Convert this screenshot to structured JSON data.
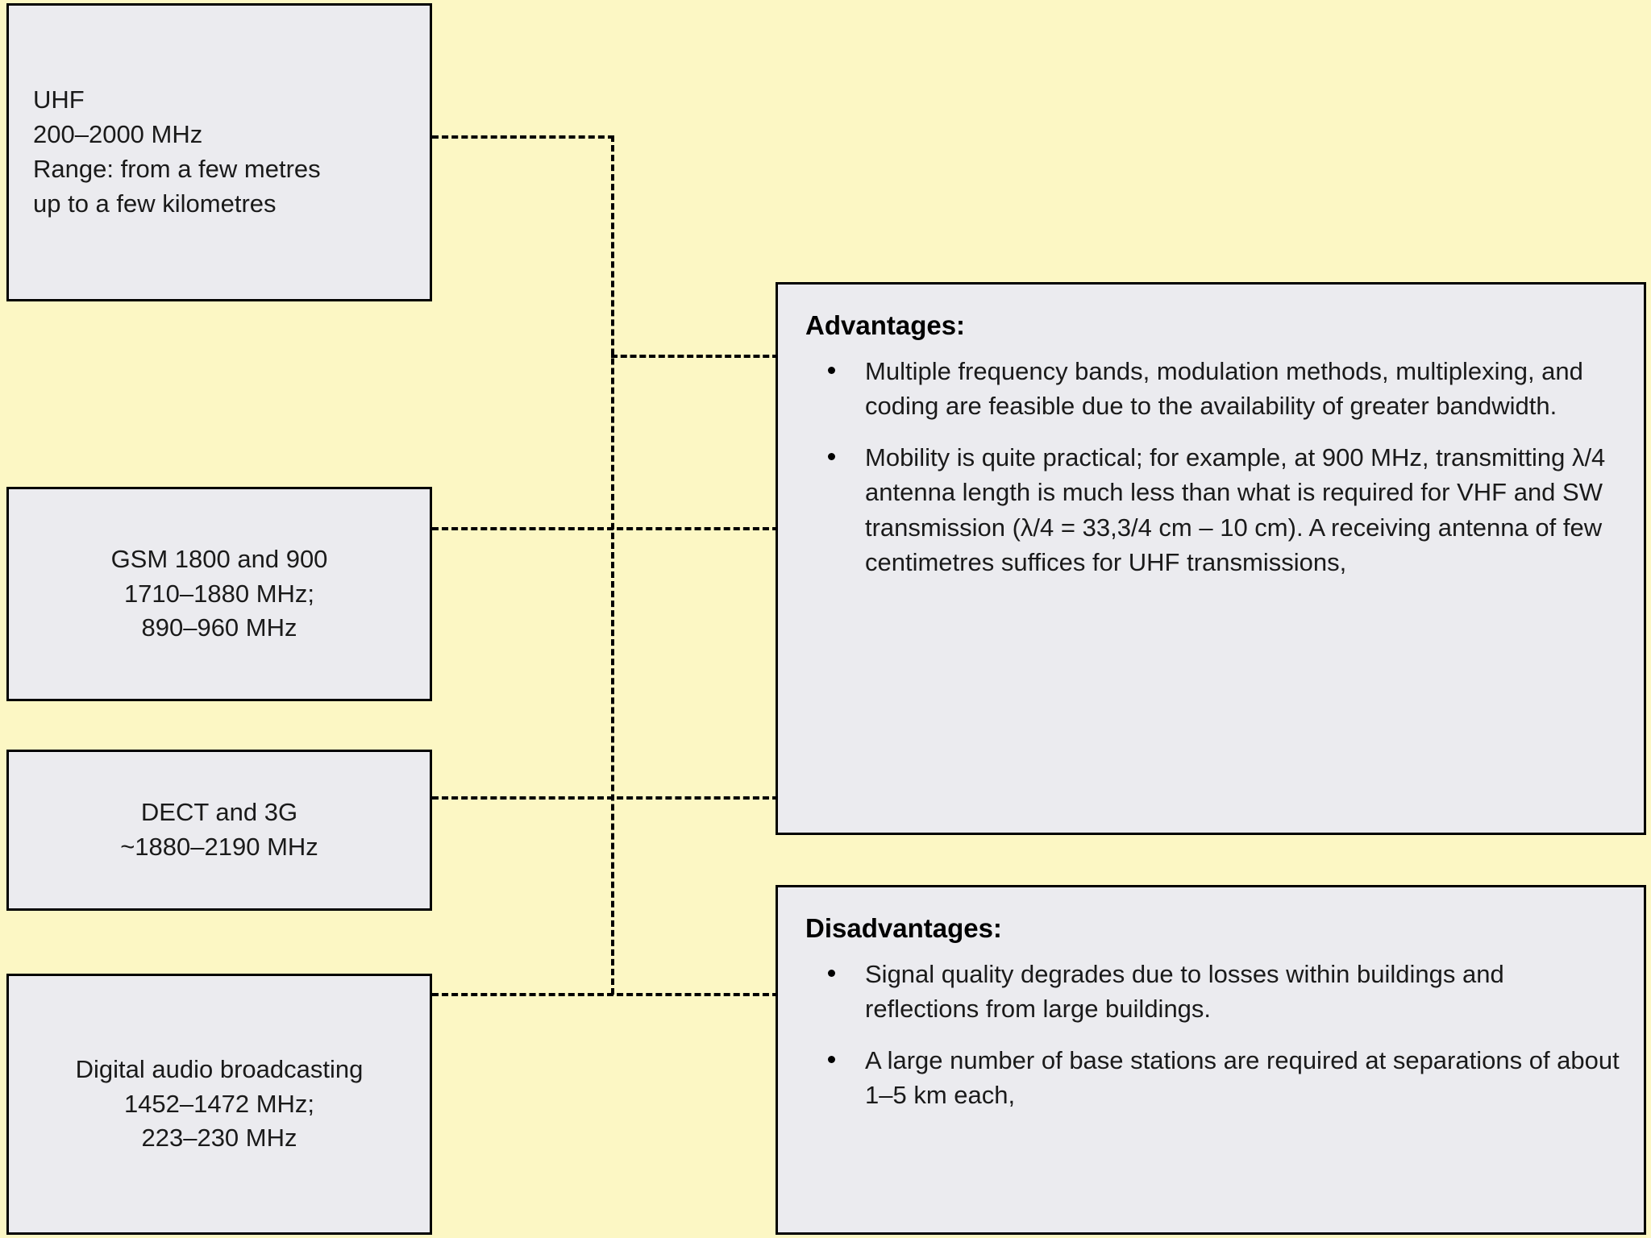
{
  "diagram": {
    "background_color": "#fcf7c4",
    "box_fill_color": "#ebebef",
    "border_color": "#000000",
    "bands": [
      {
        "name": "uhf",
        "lines": [
          "UHF",
          "200–2000 MHz",
          "Range: from a few metres",
          "up to a few kilometres"
        ]
      },
      {
        "name": "gsm",
        "lines": [
          "GSM 1800 and 900",
          "1710–1880 MHz;",
          "890–960 MHz"
        ]
      },
      {
        "name": "dect-3g",
        "lines": [
          "DECT and 3G",
          "~1880–2190 MHz"
        ]
      },
      {
        "name": "digital-audio-broadcasting",
        "lines": [
          "Digital audio broadcasting",
          "1452–1472 MHz;",
          "223–230 MHz"
        ]
      }
    ],
    "advantages": {
      "heading": "Advantages:",
      "items": [
        "Multiple frequency bands, modulation methods, multiplexing, and coding are feasible due to the availability of greater bandwidth.",
        "Mobility is quite practical; for example, at 900 MHz, transmitting λ/4 antenna length is much less than what is required for VHF and SW transmission (λ/4 = 33,3/4 cm – 10 cm). A receiving antenna of few centimetres suffices for UHF transmissions,"
      ]
    },
    "disadvantages": {
      "heading": "Disadvantages:",
      "items": [
        "Signal quality degrades due to losses within buildings and reflections from large buildings.",
        "A large number of base stations are required at separations of about 1–5 km each,"
      ]
    }
  }
}
